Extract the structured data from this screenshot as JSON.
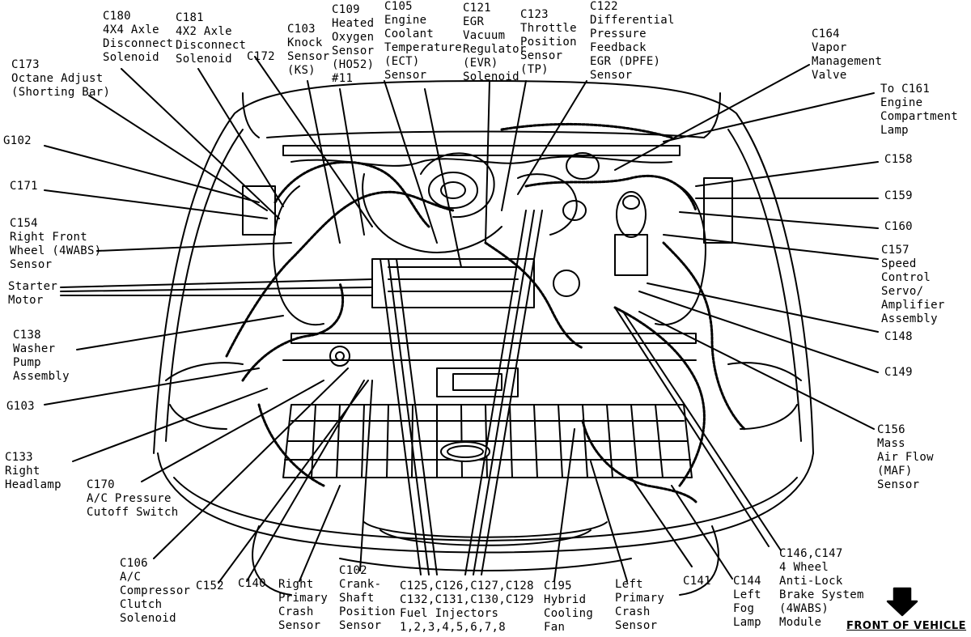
{
  "labels": {
    "c180": "C180\n4X4 Axle\nDisconnect\nSolenoid",
    "c181": "C181\n4X2 Axle\nDisconnect\nSolenoid",
    "c172": "C172",
    "c103": "C103\nKnock\nSensor\n(KS)",
    "c109": "C109\nHeated\nOxygen\nSensor\n(HO52)\n#11",
    "c105": "C105\nEngine\nCoolant\nTemperature\n(ECT)\nSensor",
    "c121": "C121\nEGR\nVacuum\nRegulator\n(EVR)\nSolenoid",
    "c123": "C123\nThrottle\nPosition\nSensor\n(TP)",
    "c122": "C122\nDifferential\nPressure\nFeedback\nEGR (DPFE)\nSensor",
    "c164": "C164\nVapor\nManagement\nValve",
    "c161": "To C161\nEngine\nCompartment\nLamp",
    "c173": "C173\nOctane Adjust\n(Shorting Bar)",
    "g102": "G102",
    "c171": "C171",
    "c154": "C154\nRight Front\nWheel (4WABS)\nSensor",
    "starter": "Starter\nMotor",
    "c138": "C138\nWasher\nPump\nAssembly",
    "g103": "G103",
    "c133": "C133\nRight\nHeadlamp",
    "c170": "C170\nA/C Pressure\nCutoff Switch",
    "c106": "C106\nA/C\nCompressor\nClutch\nSolenoid",
    "c152": "C152",
    "c140": "C140",
    "rpcs": "Right\nPrimary\nCrash\nSensor",
    "c102": "C102\nCrank-\nShaft\nPosition\nSensor",
    "inj": "C125,C126,C127,C128\nC132,C131,C130,C129\nFuel Injectors\n1,2,3,4,5,6,7,8",
    "c195": "C195\nHybrid\nCooling\nFan",
    "lpcs": "Left\nPrimary\nCrash\nSensor",
    "c141": "C141",
    "c144": "C144\nLeft\nFog\nLamp",
    "c146": "C146,C147\n4 Wheel\nAnti-Lock\nBrake System\n(4WABS)\nModule",
    "c158": "C158",
    "c159": "C159",
    "c160": "C160",
    "c157": "C157\nSpeed\nControl\nServo/\nAmplifier\nAssembly",
    "c148": "C148",
    "c149": "C149",
    "c156": "C156\nMass\nAir Flow\n(MAF)\nSensor"
  },
  "front_of_vehicle": "FRONT OF VEHICLE",
  "icons": {
    "arrow": "down-arrow-icon"
  }
}
